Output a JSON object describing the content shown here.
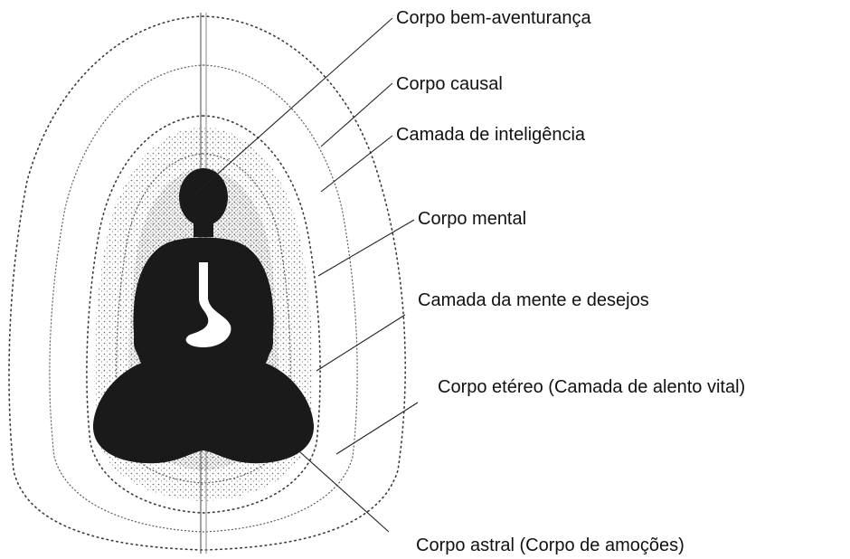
{
  "labels": [
    "Corpo bem-aventurança",
    "Corpo causal",
    "Camada de inteligência",
    "Corpo mental",
    "Camada da mente e desejos",
    "Corpo etéreo (Camada de alento vital)",
    "Corpo astral (Corpo de amoções)"
  ],
  "colors": {
    "figure": "#1a1a1a",
    "aura_ink": "#3a3a3a",
    "background": "#ffffff"
  }
}
